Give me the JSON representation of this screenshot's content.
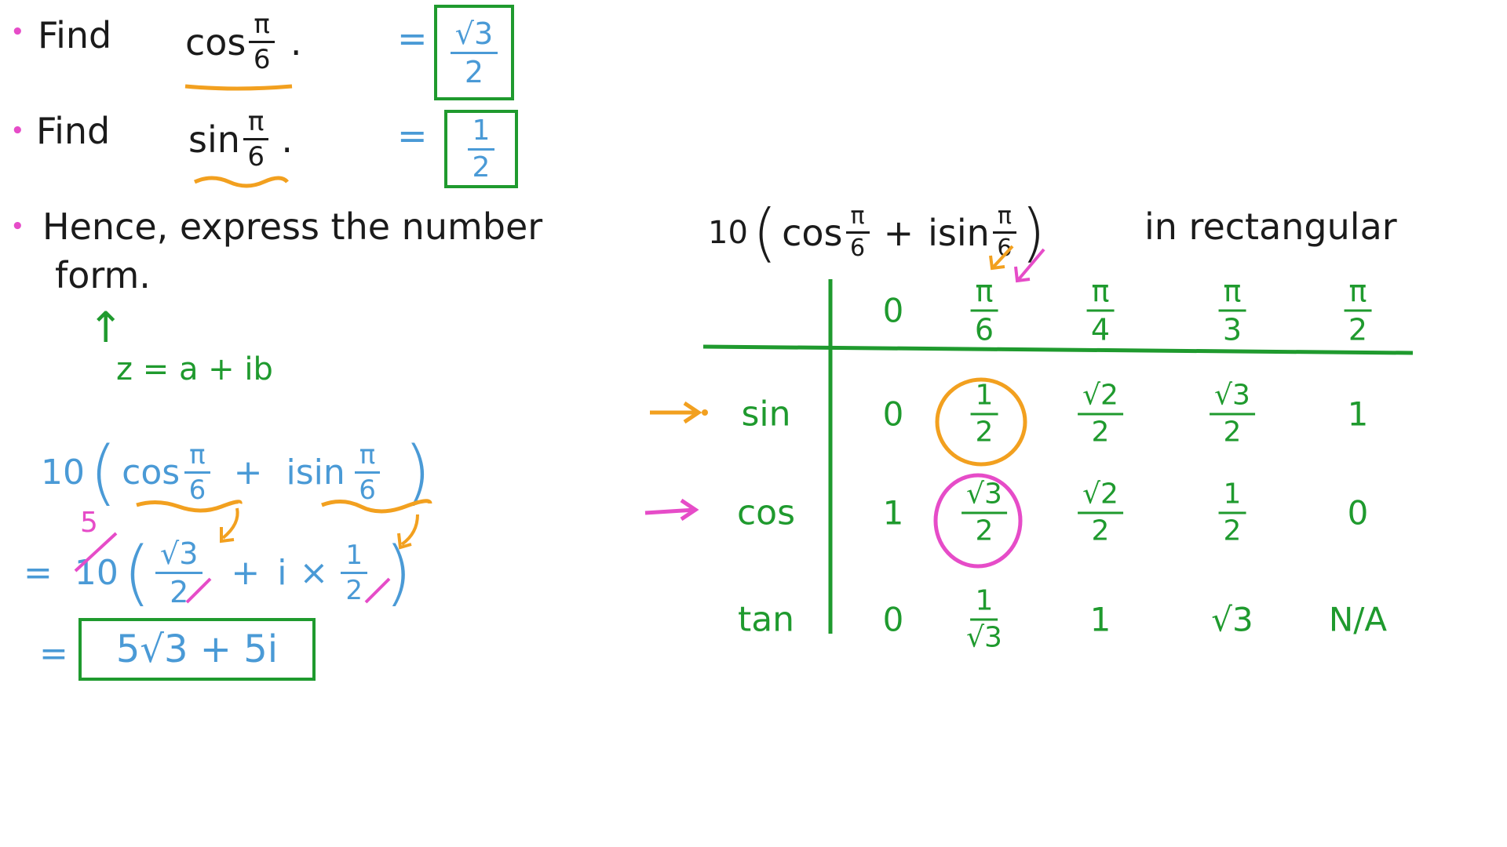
{
  "q1": {
    "bullet": "•",
    "find": "Find",
    "fn": "cos",
    "num": "π",
    "den": "6",
    "dot": ".",
    "eq": "=",
    "ans_num": "√3",
    "ans_den": "2"
  },
  "q2": {
    "bullet": "•",
    "find": "Find",
    "fn": "sin",
    "num": "π",
    "den": "6",
    "dot": ".",
    "eq": "=",
    "ans_num": "1",
    "ans_den": "2"
  },
  "q3": {
    "bullet": "•",
    "line1": "Hence,  express   the   number",
    "coef": "10",
    "cos": "cos",
    "plus": "+",
    "isin": "isin",
    "pi": "π",
    "six": "6",
    "after": "in  rectangular",
    "line2": "form."
  },
  "note": {
    "arrow": "↑",
    "formula": "z = a + ib"
  },
  "work": {
    "line1_coef": "10",
    "line1_cos": "cos",
    "line1_plus": "+",
    "line1_isin": "isin",
    "pi": "π",
    "six": "6",
    "line2_eq": "=",
    "line2_ten": "10",
    "line2_five": "5",
    "line2_r3": "√3",
    "line2_two": "2",
    "line2_plus": "+",
    "line2_i": "i",
    "line2_times": "×",
    "line2_one": "1",
    "line3_eq": "=",
    "line3_answer": "5√3 + 5i"
  },
  "table": {
    "headers": [
      {
        "num": "",
        "den": "",
        "plain": "0"
      },
      {
        "num": "π",
        "den": "6"
      },
      {
        "num": "π",
        "den": "4"
      },
      {
        "num": "π",
        "den": "3"
      },
      {
        "num": "π",
        "den": "2"
      }
    ],
    "rows": [
      {
        "label": "sin",
        "cells": [
          {
            "plain": "0"
          },
          {
            "num": "1",
            "den": "2"
          },
          {
            "num": "√2",
            "den": "2"
          },
          {
            "num": "√3",
            "den": "2"
          },
          {
            "plain": "1"
          }
        ]
      },
      {
        "label": "cos",
        "cells": [
          {
            "plain": "1"
          },
          {
            "num": "√3",
            "den": "2"
          },
          {
            "num": "√2",
            "den": "2"
          },
          {
            "num": "1",
            "den": "2"
          },
          {
            "plain": "0"
          }
        ]
      },
      {
        "label": "tan",
        "cells": [
          {
            "plain": "0"
          },
          {
            "num": "1",
            "den": "√3"
          },
          {
            "plain": "1"
          },
          {
            "plain": "√3"
          },
          {
            "plain": "N/A"
          }
        ]
      }
    ]
  },
  "colors": {
    "pen_black": "#1b1b1b",
    "pen_blue": "#4a9ad6",
    "pen_green": "#1f9a2e",
    "pen_pink": "#e64cc8",
    "pen_orange": "#f2a01f"
  }
}
